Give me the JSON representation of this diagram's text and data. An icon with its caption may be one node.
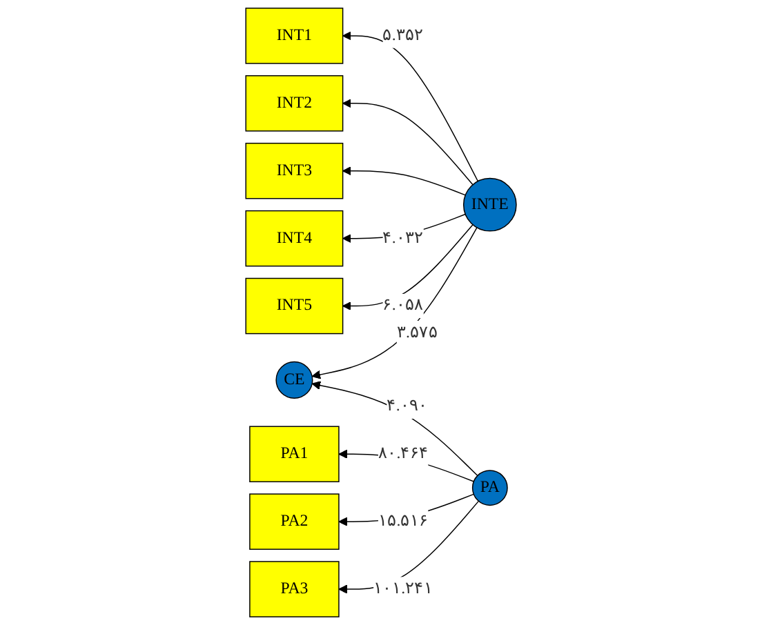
{
  "diagram": {
    "nodes": [
      {
        "text": [
          "INT1"
        ]
      },
      {
        "text": [
          "INT2"
        ]
      },
      {
        "text": [
          "INT3"
        ]
      },
      {
        "text": [
          "INT4"
        ]
      },
      {
        "text": [
          "INT5"
        ]
      },
      {
        "text": [
          "PA1"
        ]
      },
      {
        "text": [
          "PA2"
        ]
      },
      {
        "text": [
          "PA3"
        ]
      },
      {
        "text": [
          "INTE"
        ]
      },
      {
        "text": [
          "CE"
        ]
      },
      {
        "text": [
          "PA"
        ]
      }
    ],
    "edges": [
      {
        "from": 8,
        "to": 0,
        "arrow": "to",
        "label": "۵.۳۵۲"
      },
      {
        "from": 8,
        "to": 1,
        "arrow": "to"
      },
      {
        "from": 8,
        "to": 2,
        "arrow": "to"
      },
      {
        "from": 8,
        "to": 3,
        "arrow": "to",
        "label": "۴.۰۳۲"
      },
      {
        "from": 8,
        "to": 4,
        "arrow": "to",
        "label": "۶.۰۵۸"
      },
      {
        "from": 10,
        "to": 5,
        "arrow": "to",
        "label": "۸۰.۴۶۴"
      },
      {
        "from": 10,
        "to": 6,
        "arrow": "to",
        "label": "۱۵.۵۱۶"
      },
      {
        "from": 10,
        "to": 7,
        "arrow": "to",
        "label": "۱۰۱.۲۴۱"
      },
      {
        "from": 8,
        "to": 9,
        "arrow": "to",
        "label": "۳.۵۷۵"
      },
      {
        "from": 10,
        "to": 9,
        "arrow": "to",
        "label": "۴.۰۹۰"
      }
    ]
  }
}
